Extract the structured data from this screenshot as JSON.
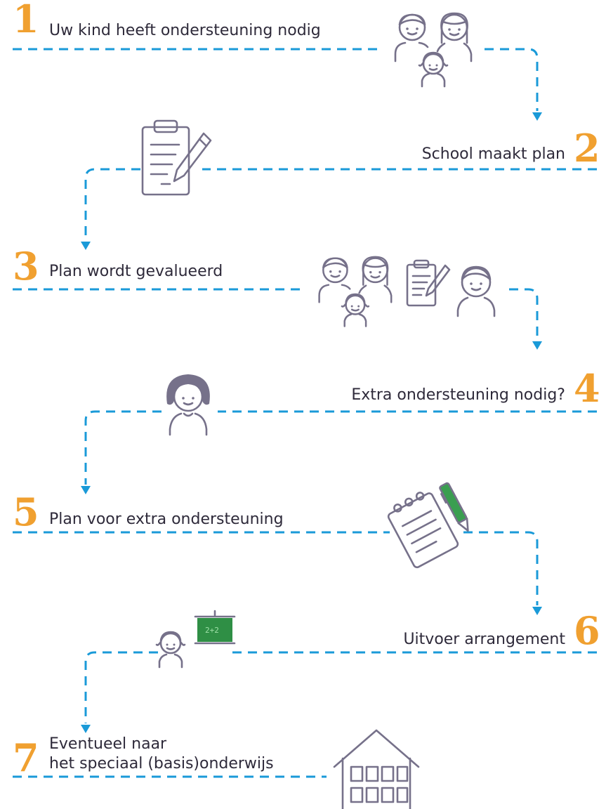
{
  "steps": [
    {
      "number": "1",
      "label": "Uw kind heeft ondersteuning nodig"
    },
    {
      "number": "2",
      "label": "School maakt plan"
    },
    {
      "number": "3",
      "label": "Plan wordt gevalueerd"
    },
    {
      "number": "4",
      "label": "Extra ondersteuning nodig?"
    },
    {
      "number": "5",
      "label": "Plan voor extra ondersteuning"
    },
    {
      "number": "6",
      "label": "Uitvoer arrangement"
    },
    {
      "number": "7",
      "label_line1": "Eventueel naar",
      "label_line2": "het speciaal (basis)onderwijs"
    }
  ],
  "icons": {
    "step1": "family-icon",
    "step2": "clipboard-pen-icon",
    "step3": "family-clipboard-teacher-icon",
    "step4": "teacher-icon",
    "step5": "notepad-pen-icon",
    "step6": "girl-blackboard-icon",
    "step7": "school-building-icon"
  },
  "blackboard_text": "2+2",
  "colors": {
    "number": "#f0a030",
    "connector": "#1a9ad8",
    "icon": "#76718a",
    "text": "#2e2a3a",
    "blackboard": "#2f8f45",
    "pen_accent": "#3a9e50"
  }
}
